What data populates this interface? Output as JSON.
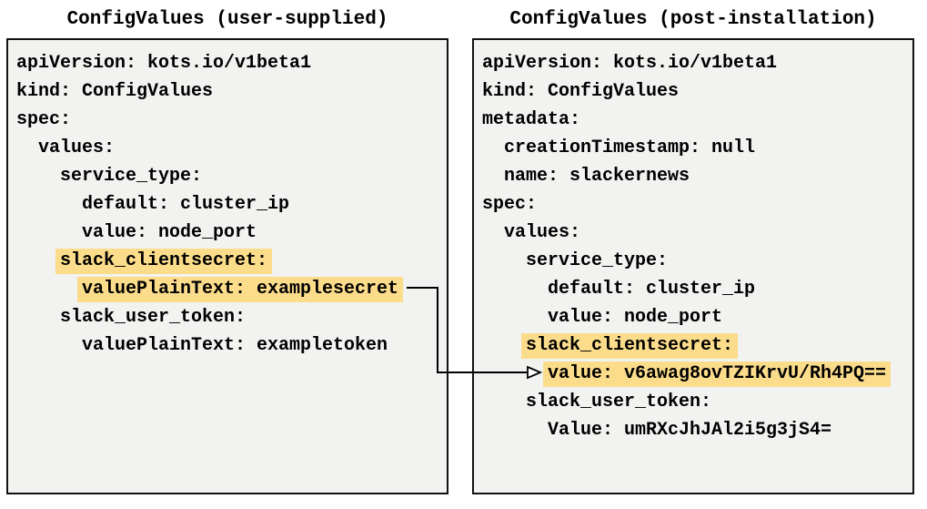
{
  "diagram": {
    "left_panel": {
      "title": "ConfigValues (user-supplied)",
      "lines": [
        {
          "text": "apiVersion: kots.io/v1beta1",
          "indent": 0,
          "highlight": false
        },
        {
          "text": "kind: ConfigValues",
          "indent": 0,
          "highlight": false
        },
        {
          "text": "spec:",
          "indent": 0,
          "highlight": false
        },
        {
          "text": "values:",
          "indent": 1,
          "highlight": false
        },
        {
          "text": "service_type:",
          "indent": 2,
          "highlight": false
        },
        {
          "text": "default: cluster_ip",
          "indent": 3,
          "highlight": false
        },
        {
          "text": "value: node_port",
          "indent": 3,
          "highlight": false
        },
        {
          "text": "slack_clientsecret:",
          "indent": 2,
          "highlight": true
        },
        {
          "text": "valuePlainText: examplesecret",
          "indent": 3,
          "highlight": true
        },
        {
          "text": "slack_user_token:",
          "indent": 2,
          "highlight": false
        },
        {
          "text": "valuePlainText: exampletoken",
          "indent": 3,
          "highlight": false
        }
      ]
    },
    "right_panel": {
      "title": "ConfigValues (post-installation)",
      "lines": [
        {
          "text": "apiVersion: kots.io/v1beta1",
          "indent": 0,
          "highlight": false
        },
        {
          "text": "kind: ConfigValues",
          "indent": 0,
          "highlight": false
        },
        {
          "text": "metadata:",
          "indent": 0,
          "highlight": false
        },
        {
          "text": "creationTimestamp: null",
          "indent": 1,
          "highlight": false
        },
        {
          "text": "name: slackernews",
          "indent": 1,
          "highlight": false
        },
        {
          "text": "spec:",
          "indent": 0,
          "highlight": false
        },
        {
          "text": "values:",
          "indent": 1,
          "highlight": false
        },
        {
          "text": "service_type:",
          "indent": 2,
          "highlight": false
        },
        {
          "text": "default: cluster_ip",
          "indent": 3,
          "highlight": false
        },
        {
          "text": "value: node_port",
          "indent": 3,
          "highlight": false
        },
        {
          "text": "slack_clientsecret:",
          "indent": 2,
          "highlight": true
        },
        {
          "text": "value: v6awag8ovTZIKrvU/Rh4PQ==",
          "indent": 3,
          "highlight": true
        },
        {
          "text": "slack_user_token:",
          "indent": 2,
          "highlight": false
        },
        {
          "text": "Value: umRXcJhJAl2i5g3jS4=",
          "indent": 3,
          "highlight": false
        }
      ]
    },
    "arrow": {
      "from_text": "valuePlainText: examplesecret",
      "to_text": "value: v6awag8ovTZIKrvU/Rh4PQ=="
    },
    "colors": {
      "highlight": "#FBDC8A",
      "panel_background": "#F2F2F0",
      "panel_border": "#111111"
    }
  }
}
